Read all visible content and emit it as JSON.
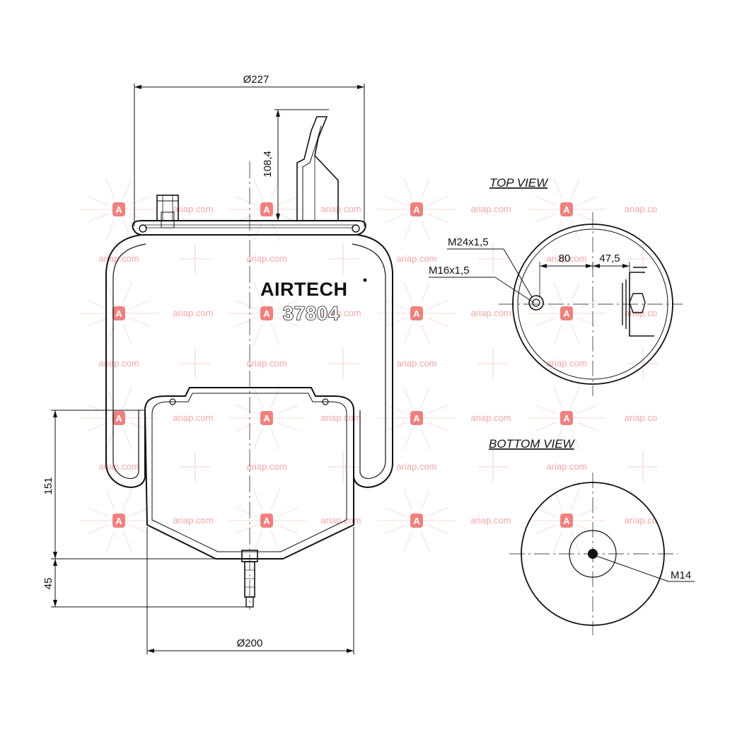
{
  "brand": {
    "name": "AIRTECH",
    "mark": "•",
    "part_number": "37804"
  },
  "dimensions": {
    "top_diameter": "Ø227",
    "bottom_diameter": "Ø200",
    "bracket_height": "108,4",
    "piston_height": "151",
    "stud_length": "45",
    "port_thread": "M24x1,5",
    "stud_thread": "M16x1,5",
    "hole_spacing": "80",
    "hole_offset": "47,5",
    "bottom_thread": "M14"
  },
  "views": {
    "top": "TOP VIEW",
    "bottom": "BOTTOM VIEW"
  },
  "watermark": {
    "text": "ariap.com",
    "text_clipped": "ariap.co",
    "badge": "A",
    "color": "#e53935"
  }
}
